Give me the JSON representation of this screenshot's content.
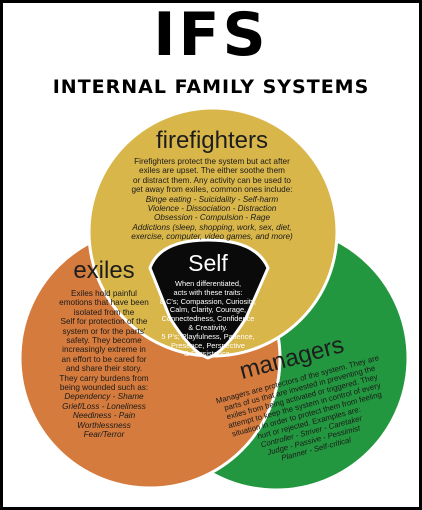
{
  "title": "IFS",
  "subtitle": "INTERNAL FAMILY SYSTEMS",
  "colors": {
    "firefighters": "#d9b64a",
    "exiles": "#d47b3d",
    "managers": "#23973f",
    "self": "#0a0a0a"
  },
  "firefighters": {
    "heading": "firefighters",
    "lines": [
      "Firefighters protect the system but act after",
      "exiles are upset. The either soothe them",
      "or distract them. Any activity can be used to",
      "get away from exiles, common ones include:"
    ],
    "italic_lines": [
      "Binge eating - Suicidality - Self-harm",
      "Violence - Dissociation - Distraction",
      "Obsession - Compulsion - Rage",
      "Addictions (sleep, shopping, work, sex, diet,",
      "exercise, computer, video games, and more)"
    ]
  },
  "exiles": {
    "heading": "exiles",
    "lines": [
      "Exiles hold painful",
      "emotions that have been",
      "isolated from the",
      "Self for protection of the",
      "system or for the parts'",
      "safety. They become",
      "increasingly extreme in",
      "an effort to be cared for",
      "and share their story.",
      "They carry burdens from",
      "being wounded such as:"
    ],
    "italic_lines": [
      "Dependency - Shame",
      "Grief/Loss - Loneliness",
      "Neediness - Pain",
      "Worthlessness",
      "Fear/Terror"
    ]
  },
  "self": {
    "heading": "Self",
    "lines": [
      "When differentiated,",
      "acts with these traits:",
      "8 C's; Compassion, Curiosity,",
      "Calm, Clarity, Courage,",
      "Connectedness, Confidence",
      "& Creativity.",
      "5 P's; Playfulness, Patience,",
      "Presence, Perspective",
      "& Persistence."
    ]
  },
  "managers": {
    "heading": "managers",
    "lines": [
      "Managers are protectors of the system. They are",
      "parts of us that are invested in preventing the",
      "exiles from being activated or triggered. They",
      "attempt to keep the system in control of every",
      "situation in order to protect them from feeling",
      "hurt or rejected. Examples are:"
    ],
    "italic_lines": [
      "Controller - Striver - Caretaker",
      "Judge - Passive - Pessimist",
      "Planner - Self-critical"
    ]
  }
}
